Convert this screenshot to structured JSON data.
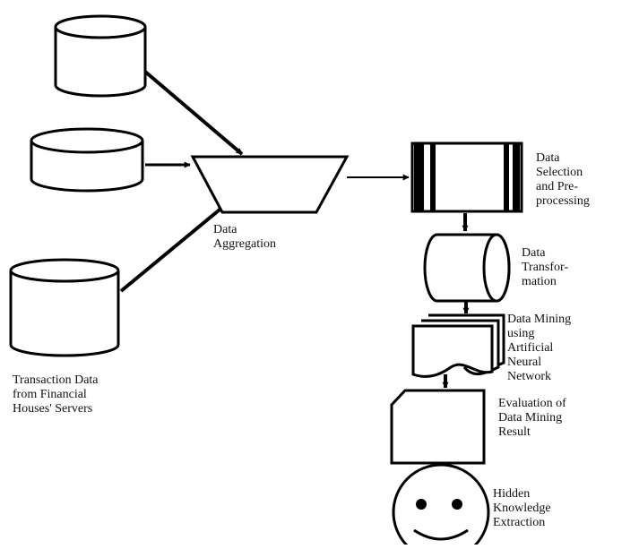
{
  "colors": {
    "stroke": "#000000",
    "text": "#111111",
    "background": "#ffffff"
  },
  "nodes": {
    "sources_caption": [
      "Transaction Data",
      "from Financial",
      "Houses' Servers"
    ],
    "aggregation": [
      "Data",
      "Aggregation"
    ],
    "selection": [
      "Data",
      "Selection",
      "and Pre-",
      "processing"
    ],
    "transformation": [
      "Data",
      "Transfor-",
      "mation"
    ],
    "mining": [
      "Data Mining",
      "using",
      "Artificial",
      "Neural",
      "Network"
    ],
    "evaluation": [
      "Evaluation of",
      "Data Mining",
      "Result"
    ],
    "knowledge": [
      "Hidden",
      "Knowledge",
      "Extraction"
    ]
  },
  "icons": {
    "sources": "database-cylinder-icon",
    "aggregation": "trapezoid-funnel-icon",
    "selection": "striped-process-box-icon",
    "transformation": "horizontal-cylinder-icon",
    "mining": "multi-document-icon",
    "evaluation": "card-icon",
    "knowledge": "smiley-face-icon"
  }
}
